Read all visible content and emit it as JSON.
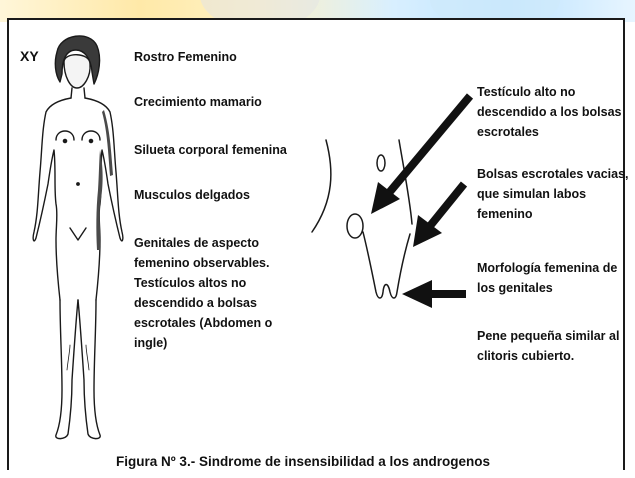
{
  "left_label": "XY",
  "features": [
    {
      "lines": [
        "Rostro Femenino"
      ]
    },
    {
      "lines": [
        "Crecimiento mamario"
      ]
    },
    {
      "lines": [
        "Silueta corporal femenina"
      ]
    },
    {
      "lines": [
        "Musculos delgados"
      ]
    },
    {
      "lines": [
        "Genitales de aspecto",
        "femenino observables.",
        "Testículos altos no",
        "descendido a bolsas",
        "escrotales (Abdomen o",
        "ingle)"
      ]
    }
  ],
  "annotations": [
    {
      "lines": [
        "Testículo alto no",
        "descendido a los bolsas",
        "escrotales"
      ]
    },
    {
      "lines": [
        "Bolsas escrotales vacias,",
        "que simulan labos",
        "femenino"
      ]
    },
    {
      "lines": [
        "Morfología femenina de",
        "los genitales"
      ]
    },
    {
      "lines": [
        "Pene pequeña similar al",
        "clitoris cubierto."
      ]
    }
  ],
  "caption": "Figura Nº 3.- Sindrome de insensibilidad a los androgenos"
}
